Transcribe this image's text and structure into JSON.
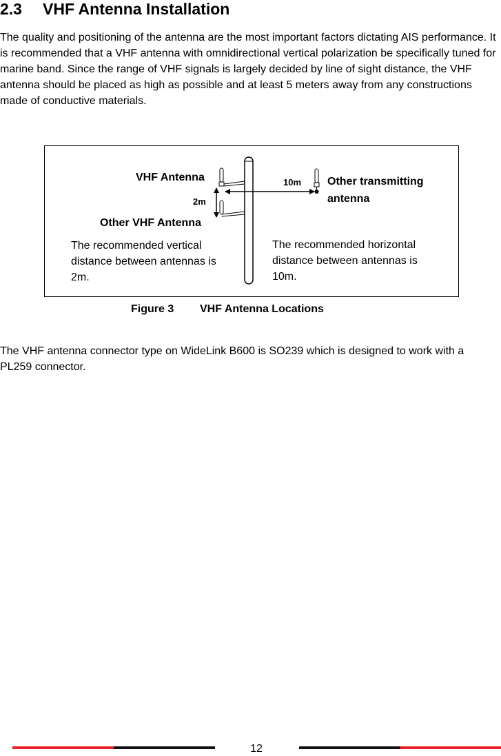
{
  "section": {
    "number": "2.3",
    "title": "VHF Antenna Installation"
  },
  "paragraphs": {
    "intro": "The quality and positioning of the antenna are the most important factors dictating AIS performance. It is recommended that a VHF antenna with omnidirectional vertical polarization be specifically tuned for marine band. Since the range of VHF signals is largely decided by line of sight distance, the VHF antenna should be placed as high as possible and at least 5 meters away from any constructions made of conductive materials.",
    "connector": "The VHF antenna connector type on WideLink B600 is SO239 which is designed to work with a PL259 connector."
  },
  "figure": {
    "labels": {
      "vhf_antenna": "VHF Antenna",
      "other_vhf_antenna": "Other VHF Antenna",
      "other_transmitting_line1": "Other transmitting",
      "other_transmitting_line2": "antenna",
      "vertical_distance": "2m",
      "horizontal_distance": "10m"
    },
    "notes": {
      "vertical": "The recommended vertical distance between antennas is 2m.",
      "horizontal": "The recommended horizontal distance between antennas is 10m."
    },
    "caption": {
      "number": "Figure 3",
      "title": "VHF Antenna Locations"
    }
  },
  "footer": {
    "page_number": "12",
    "accent_color": "#e8202a"
  }
}
